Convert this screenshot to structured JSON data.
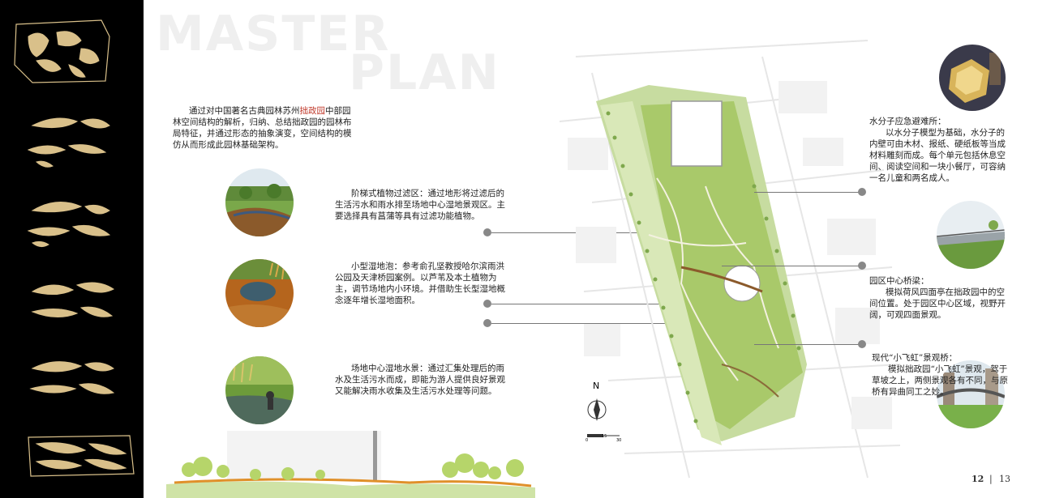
{
  "header": {
    "word1": "MASTER",
    "word2": "PLAN"
  },
  "intro": {
    "pre": "通过对中国著名古典园林苏州",
    "highlight": "拙政园",
    "post": "中部园林空间结构的解析，归纳、总结拙政园的园林布局特征，并通过形态的抽象演变，空间结构的模仿从而形成此园林基础架构。"
  },
  "left_items": [
    {
      "text": "阶梯式植物过滤区：通过地形将过滤后的生活污水和雨水排至场地中心湿地景观区。主要选择具有菖蒲等具有过滤功能植物。"
    },
    {
      "text": "小型湿地泡：参考俞孔坚教授哈尔滨雨洪公园及天津桥园案例。以芦苇及本土植物为主，调节场地内小环境。并借助生长型湿地概念逐年增长湿地面积。"
    },
    {
      "text": "场地中心湿地水景：通过汇集处理后的雨水及生活污水而成，即能为游人提供良好景观又能解决雨水收集及生活污水处理等问题。"
    }
  ],
  "right_items": [
    {
      "title": "水分子应急避难所：",
      "body": "以水分子模型为基础，水分子的内壁可由木材、报纸、硬纸板等当成材料雕刻而成。每个单元包括休息空间、阅读空间和一块小餐厅，可容纳一名儿童和两名成人。"
    },
    {
      "title": "园区中心桥梁：",
      "body": "模拟荷风四面亭在拙政园中的空间位置。处于园区中心区域，视野开阔，可观四面景观。"
    },
    {
      "title": "现代“小飞虹”景观桥：",
      "body": "模拟拙政园“小飞虹”景观，驾于草坡之上，两侧景观各有不同，与原桥有异曲同工之妙。"
    }
  ],
  "north": {
    "label": "N",
    "scale": [
      "0",
      "15",
      "30"
    ]
  },
  "pages": {
    "left": "12",
    "sep": "|",
    "right": "13"
  },
  "colors": {
    "sidebar": "#000000",
    "shape": "#d9c08a",
    "green": "#a9c96a",
    "orange": "#e0902a"
  }
}
